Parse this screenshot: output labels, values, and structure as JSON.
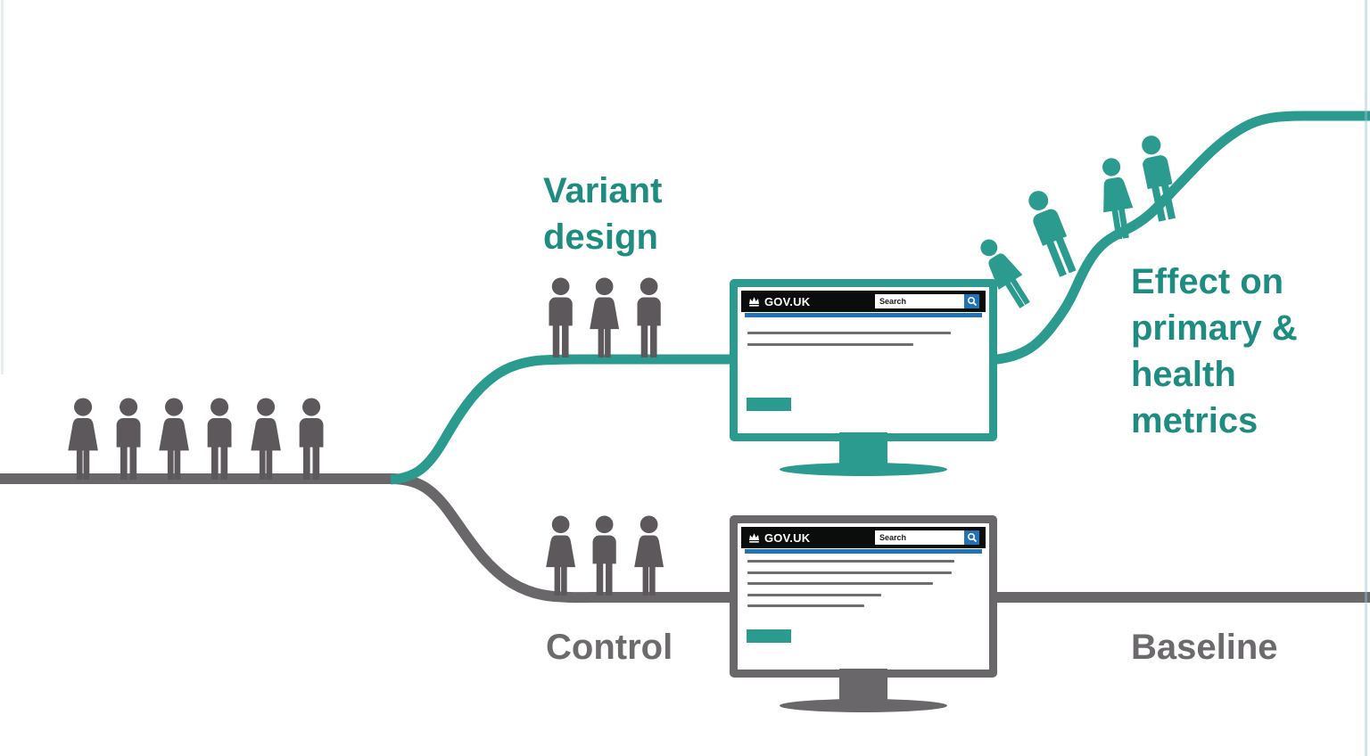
{
  "diagram": {
    "labels": {
      "variant": "Variant\ndesign",
      "control": "Control",
      "effect": "Effect on\nprimary &\nhealth\nmetrics",
      "baseline": "Baseline"
    },
    "groups": [
      {
        "id": "left",
        "color": "gray",
        "people": [
          "female",
          "male",
          "female",
          "male",
          "female",
          "male"
        ]
      },
      {
        "id": "variant",
        "color": "gray",
        "people": [
          "male",
          "female",
          "male"
        ]
      },
      {
        "id": "control",
        "color": "gray",
        "people": [
          "female",
          "male",
          "female"
        ]
      },
      {
        "id": "climb",
        "color": "teal",
        "people": [
          "female",
          "male",
          "female",
          "male"
        ]
      }
    ]
  },
  "monitors": [
    {
      "id": "variant",
      "brand": "GOV.UK",
      "search_label": "Search",
      "content_lines": [
        228,
        186
      ],
      "has_cta_button": true
    },
    {
      "id": "control",
      "brand": "GOV.UK",
      "search_label": "Search",
      "content_lines": [
        232,
        229,
        208,
        150,
        131
      ],
      "has_cta_button": true
    }
  ],
  "colors": {
    "teal": "#2a9b8e",
    "teal_text": "#1f8c81",
    "gray_figure": "#5d585b",
    "gray_line": "#6a676a",
    "gray_text": "#6d6a6d",
    "govuk_black": "#0b0c0c",
    "govuk_blue": "#2173b5",
    "content_line": "#6e6e6e"
  }
}
